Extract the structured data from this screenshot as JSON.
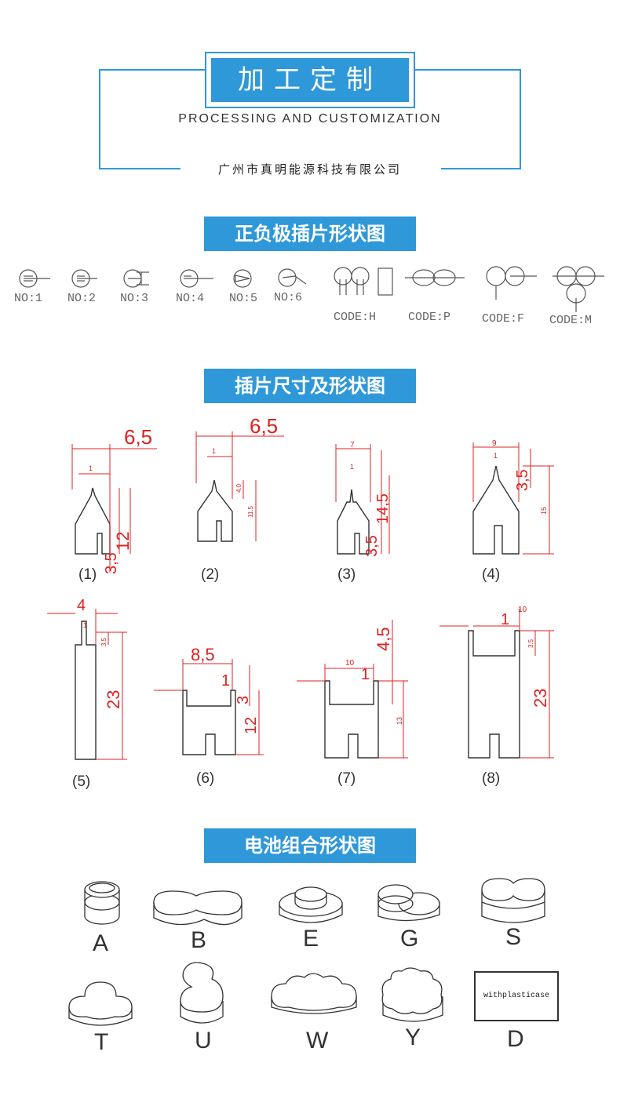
{
  "header": {
    "title": "加工定制",
    "subtitle": "PROCESSING AND CUSTOMIZATION",
    "company": "广州市真明能源科技有限公司",
    "accent": "#2f98d8"
  },
  "sections": {
    "tab_shapes": "正负极插片形状图",
    "tab_sizes": "插片尺寸及形状图",
    "battery_combo": "电池组合形状图"
  },
  "tab_shapes": {
    "numbers": [
      "NO:1",
      "NO:2",
      "NO:3",
      "NO:4",
      "NO:5",
      "NO:6"
    ],
    "codes": [
      "CODE:H",
      "CODE:P",
      "CODE:F",
      "CODE:M"
    ]
  },
  "tab_sizes": {
    "captions": [
      "(1)",
      "(2)",
      "(3)",
      "(4)",
      "(5)",
      "(6)",
      "(7)",
      "(8)"
    ],
    "dims": {
      "d1": [
        "6,5",
        "1",
        "12",
        "3,5"
      ],
      "d2": [
        "6,5",
        "1",
        "4.0",
        "11.5"
      ],
      "d3": [
        "7",
        "1",
        "3,5",
        "14,5"
      ],
      "d4": [
        "9",
        "1",
        "3,5",
        "15"
      ],
      "d5": [
        "4",
        "1",
        "3.5",
        "23"
      ],
      "d6": [
        "8,5",
        "1",
        "3",
        "12"
      ],
      "d7": [
        "10",
        "1",
        "4,5",
        "13"
      ],
      "d8": [
        "1",
        "10",
        "3.5",
        "23"
      ]
    },
    "dim_color": "#e02020"
  },
  "battery_combo": {
    "labels": [
      "A",
      "B",
      "E",
      "G",
      "S",
      "T",
      "U",
      "W",
      "Y",
      "D"
    ],
    "plastic_case_text": "withplasticase"
  }
}
